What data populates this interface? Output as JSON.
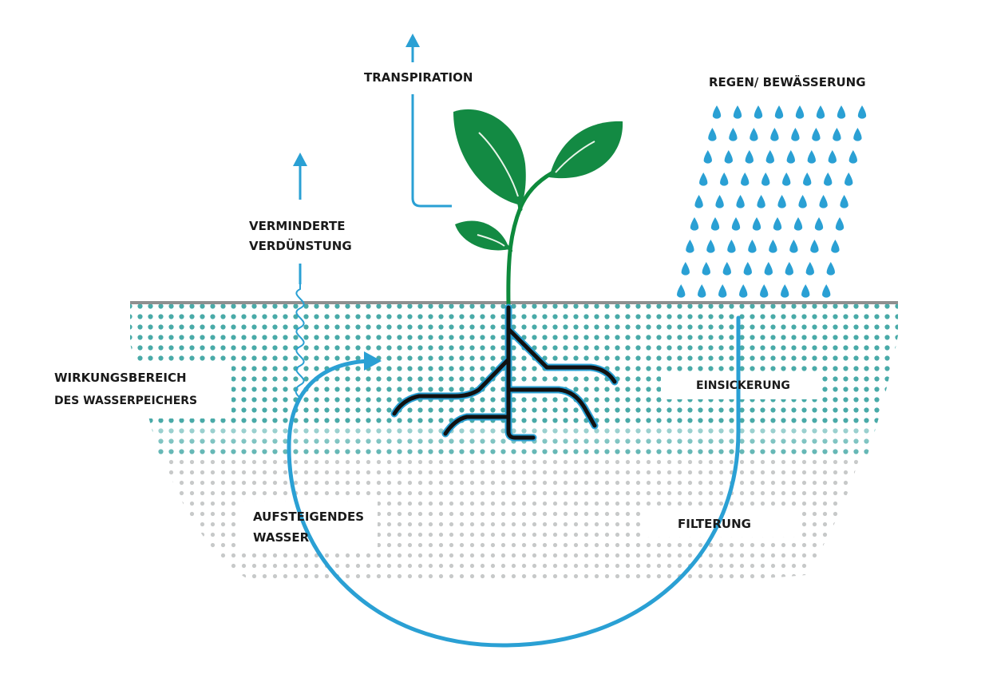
{
  "labels": {
    "transpiration": "TRANSPIRATION",
    "rain": "REGEN/ BEWÄSSERUNG",
    "evaporation_line1": "VERMINDERTE",
    "evaporation_line2": "VERDÜNSTUNG",
    "storage_line1": "WIRKUNGSBEREICH",
    "storage_line2": "DES WASSERPEICHERS",
    "infiltration": "EINSICKERUNG",
    "rising_line1": "AUFSTEIGENDES",
    "rising_line2": "WASSER",
    "filtering": "FILTERUNG"
  },
  "colors": {
    "water_blue": "#2aa0d4",
    "soil_dots_upper": "#49aaa8",
    "soil_dots_lower": "#c4c6c6",
    "ground_line": "#8f8f8f",
    "leaf_green": "#138a43",
    "stem_green": "#0e8a3c",
    "root": "#111111",
    "label_text": "#1a1a1a"
  },
  "icons": {
    "rain": "raindrop-icon",
    "arrows": "arrow-up-icon"
  }
}
